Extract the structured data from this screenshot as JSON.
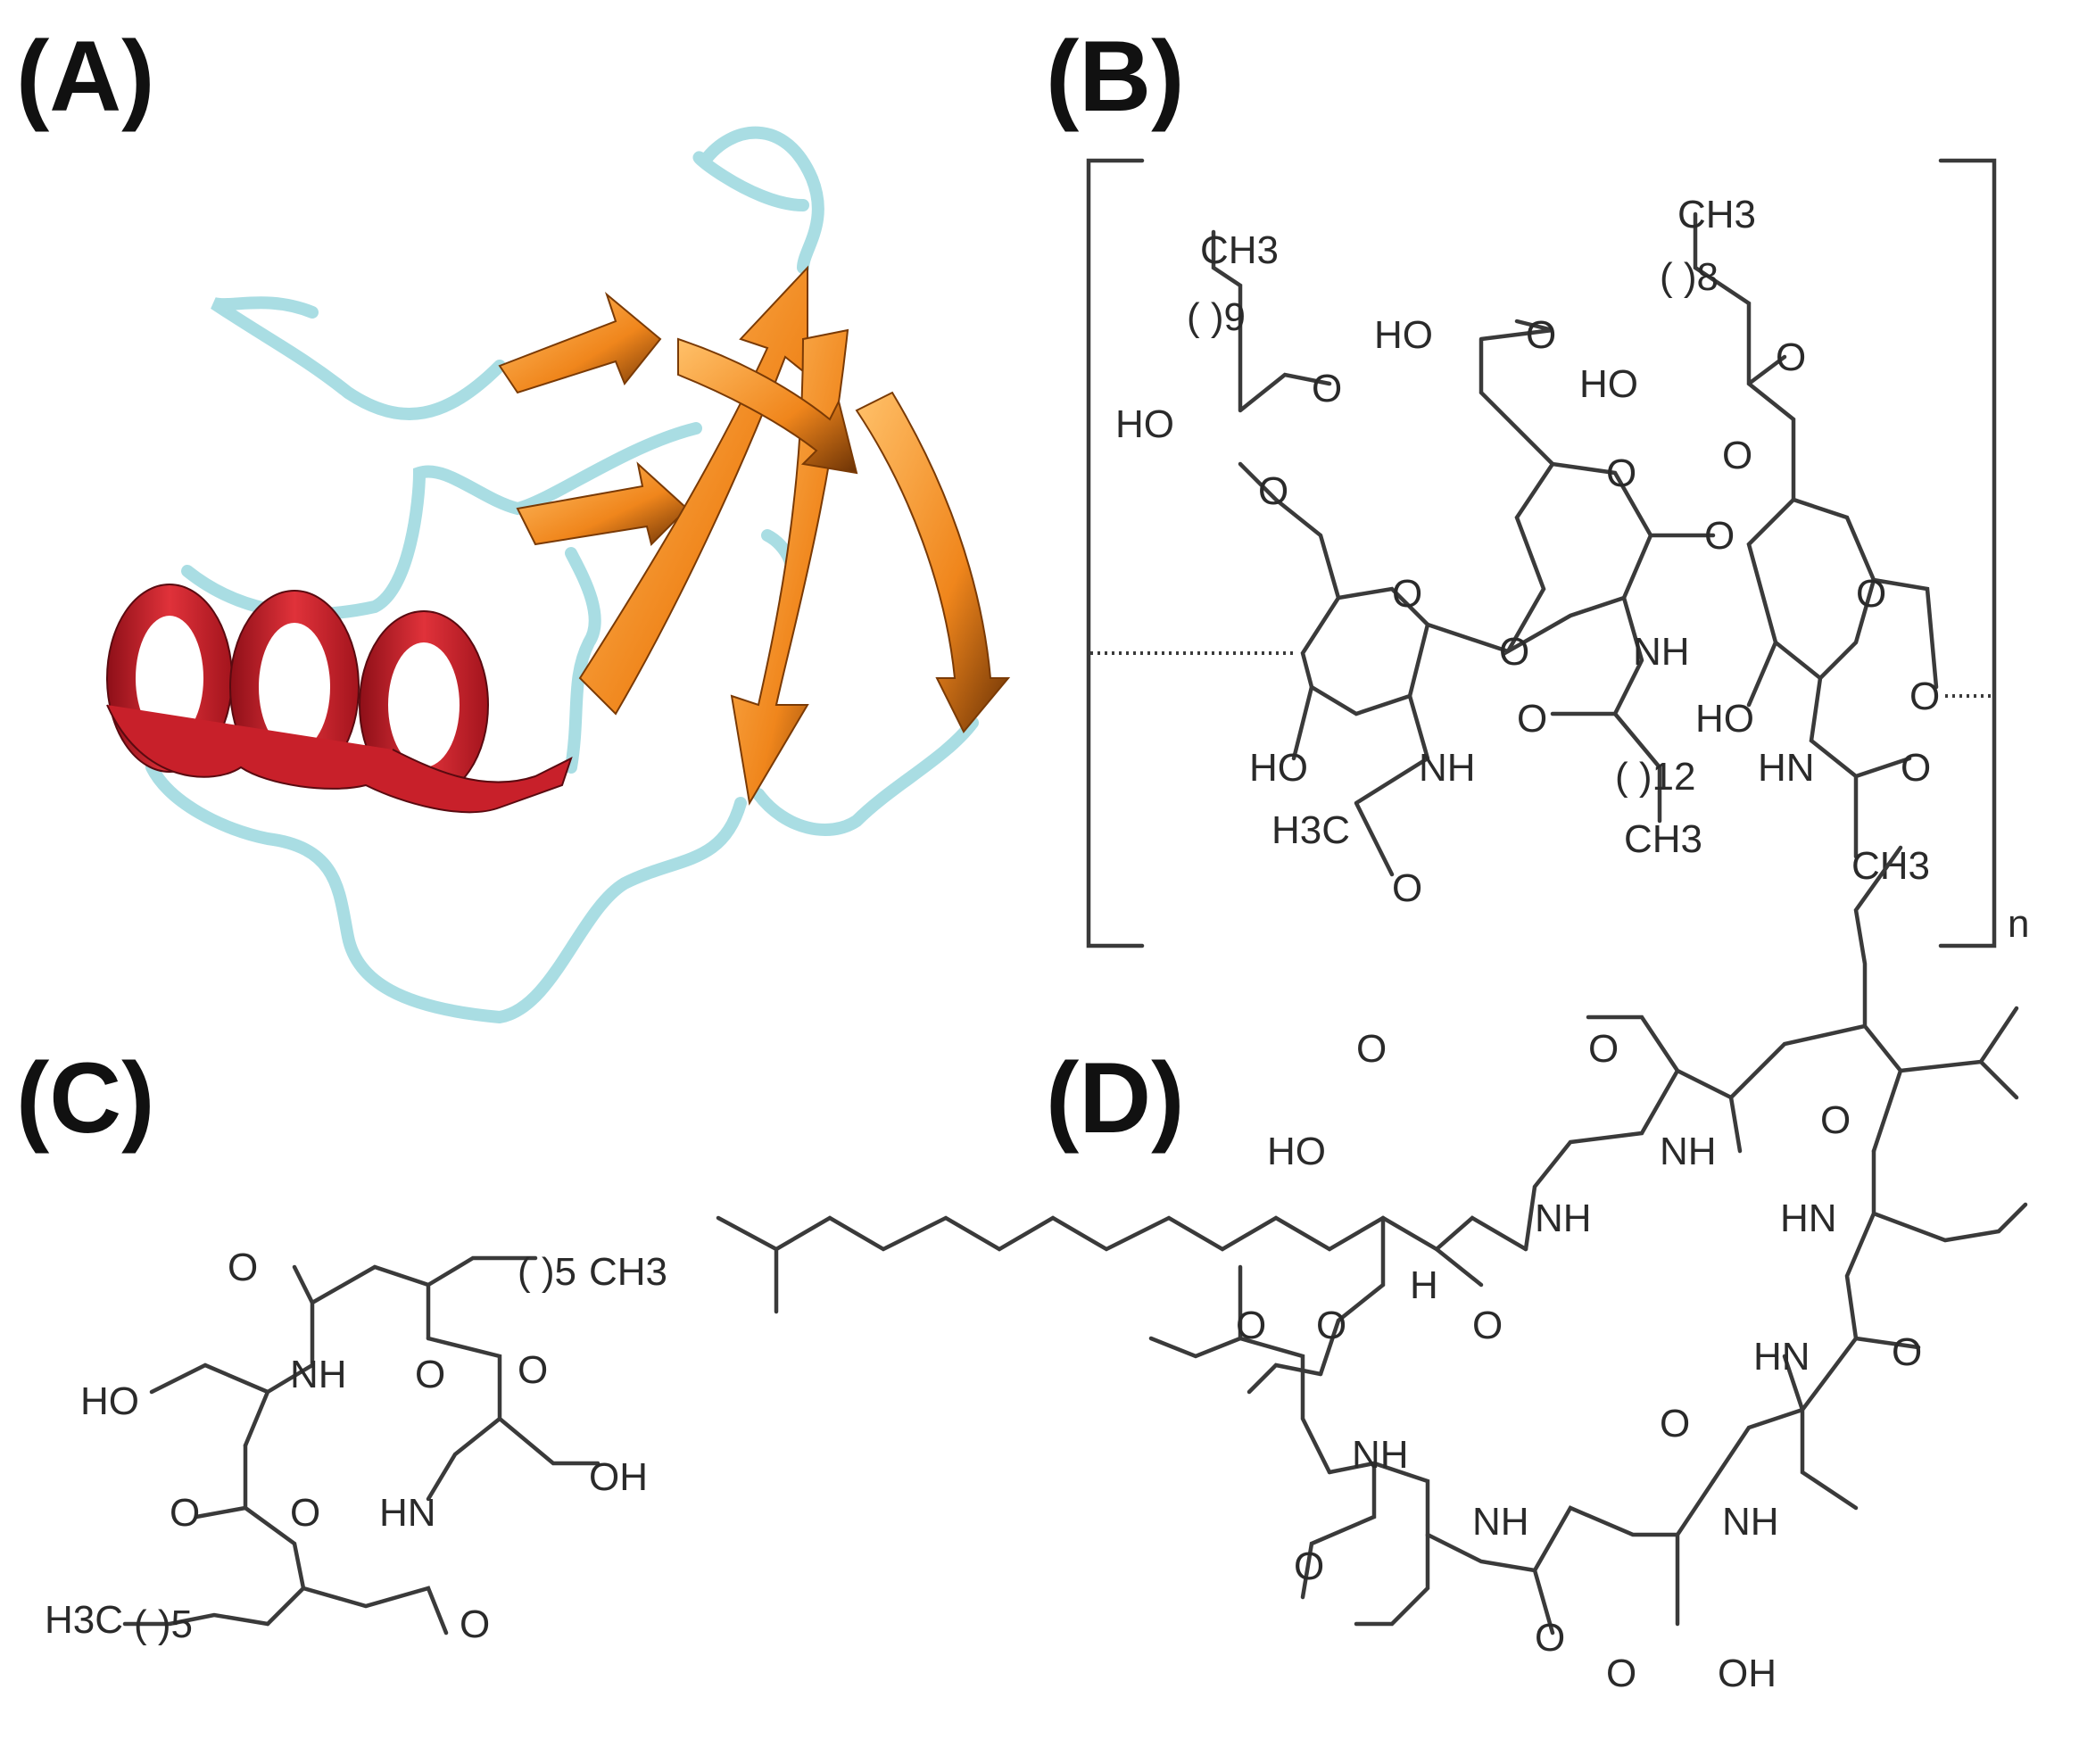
{
  "panels": {
    "a": {
      "label": "(A)"
    },
    "b": {
      "label": "(B)",
      "repeat_subscript": "n"
    },
    "c": {
      "label": "(C)"
    },
    "d": {
      "label": "(D)"
    }
  },
  "structure_b": {
    "atoms": {
      "ch3_left": "CH3",
      "ch3_right": "CH3",
      "ch3_acyl": "CH3",
      "paren_9": "( )9",
      "paren_8": "( )8",
      "paren_12": "( )12",
      "ho_left": "HO",
      "ho_right": "HO",
      "ho_acid": "HO",
      "ho_ring1": "HO",
      "ho_ring3": "HO",
      "o": "O",
      "nh": "NH",
      "hn": "HN",
      "h3c": "H3C",
      "ch3_ac": "CH3"
    }
  },
  "structure_c": {
    "atoms": {
      "ch3": "CH3",
      "h3c": "H3C",
      "ho": "HO",
      "oh": "OH",
      "nh": "NH",
      "hn": "HN",
      "paren_5": "( )5",
      "o": "O"
    }
  },
  "structure_d": {
    "atoms": {
      "ho": "HO",
      "oh": "OH",
      "nh": "NH",
      "hn": "HN",
      "h": "H",
      "o": "O"
    }
  },
  "colors": {
    "helix": "#c8202a",
    "sheet": "#f08a22",
    "loop": "#a9dde3",
    "bond": "#3a3a3a"
  }
}
